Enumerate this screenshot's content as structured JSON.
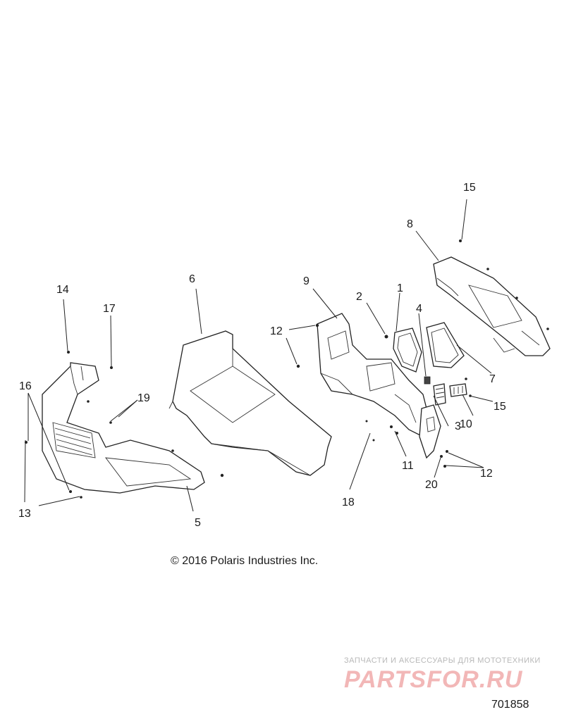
{
  "copyright": "© 2016 Polaris Industries Inc.",
  "diagram_number": "701858",
  "watermark": {
    "tagline": "ЗАПЧАСТИ И АКСЕССУАРЫ ДЛЯ МОТОТЕХНИКИ",
    "logo": "PARTSFOR.RU"
  },
  "callouts": [
    {
      "id": "c1",
      "label": "1"
    },
    {
      "id": "c2",
      "label": "2"
    },
    {
      "id": "c3",
      "label": "3"
    },
    {
      "id": "c4",
      "label": "4"
    },
    {
      "id": "c5",
      "label": "5"
    },
    {
      "id": "c6",
      "label": "6"
    },
    {
      "id": "c7",
      "label": "7"
    },
    {
      "id": "c8",
      "label": "8"
    },
    {
      "id": "c9",
      "label": "9"
    },
    {
      "id": "c10",
      "label": "10"
    },
    {
      "id": "c11",
      "label": "11"
    },
    {
      "id": "c12a",
      "label": "12"
    },
    {
      "id": "c12b",
      "label": "12"
    },
    {
      "id": "c13",
      "label": "13"
    },
    {
      "id": "c14",
      "label": "14"
    },
    {
      "id": "c15a",
      "label": "15"
    },
    {
      "id": "c15b",
      "label": "15"
    },
    {
      "id": "c16",
      "label": "16"
    },
    {
      "id": "c17",
      "label": "17"
    },
    {
      "id": "c18",
      "label": "18"
    },
    {
      "id": "c19",
      "label": "19"
    },
    {
      "id": "c20",
      "label": "20"
    }
  ]
}
